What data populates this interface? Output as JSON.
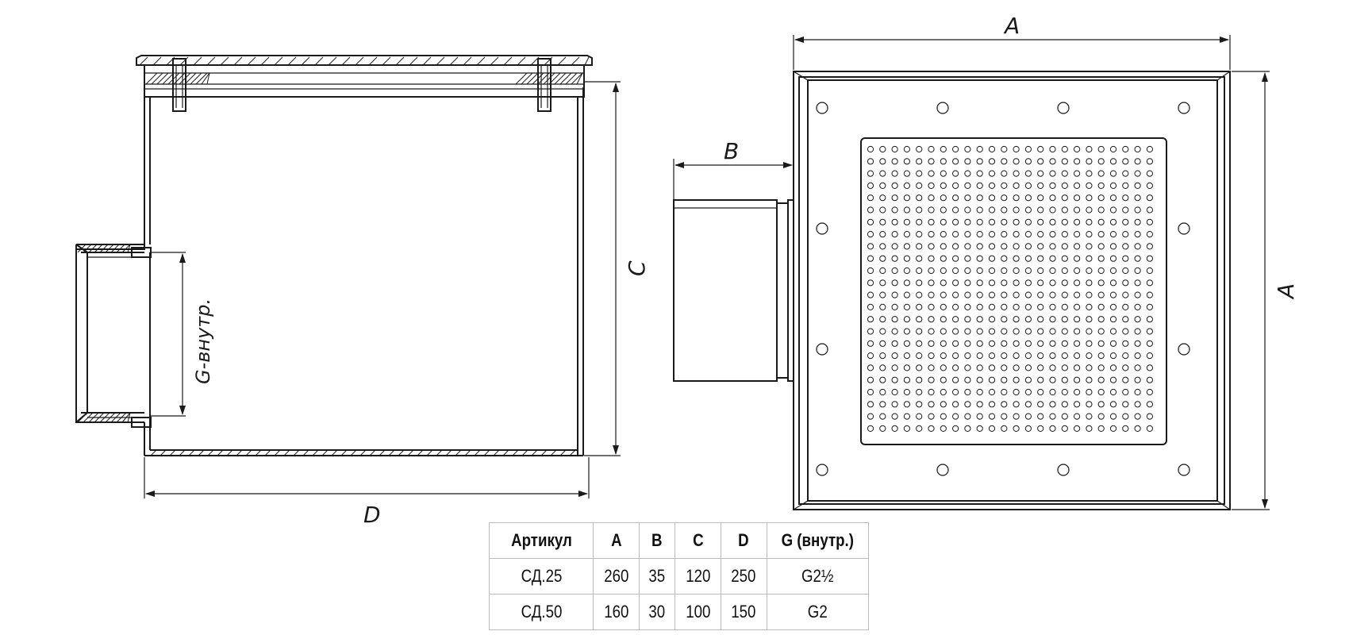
{
  "dimensions": {
    "a_top": "A",
    "a_side": "A",
    "b": "B",
    "c": "C",
    "d": "D",
    "g_label": "G-внутр."
  },
  "table": {
    "headers": [
      "Артикул",
      "A",
      "B",
      "C",
      "D",
      "G (внутр.)"
    ],
    "rows": [
      [
        "СД.25",
        "260",
        "35",
        "120",
        "250",
        "G2½"
      ],
      [
        "СД.50",
        "160",
        "30",
        "100",
        "150",
        "G2"
      ]
    ]
  }
}
